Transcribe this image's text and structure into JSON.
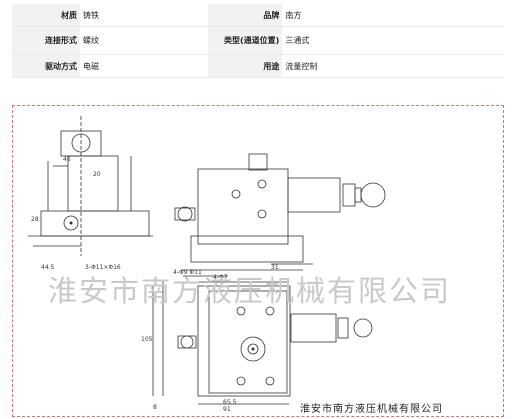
{
  "spec_table": {
    "rows": [
      {
        "label_left": "材质",
        "value_left": "铸铁",
        "label_right": "品牌",
        "value_right": "南方"
      },
      {
        "label_left": "连接形式",
        "value_left": "螺纹",
        "label_right": "类型(通道位置)",
        "value_right": "三通式"
      },
      {
        "label_left": "驱动方式",
        "value_left": "电磁",
        "label_right": "用途",
        "value_right": "流量控制"
      }
    ]
  },
  "drawing": {
    "watermark": "淮安市南方液压机械有限公司",
    "footer_stamp": "淮安市南方液压机械有限公司",
    "dimensions": {
      "d1": "46",
      "d2": "20",
      "d3": "28",
      "d4": "44.5",
      "d5": "3-Φ11×Φ16",
      "d6": "4-Φ9 Φ11",
      "d7": "4-Φ7",
      "d8": "31",
      "d9": "105",
      "d10": "65.5",
      "d11": "91",
      "d12": "8"
    }
  }
}
